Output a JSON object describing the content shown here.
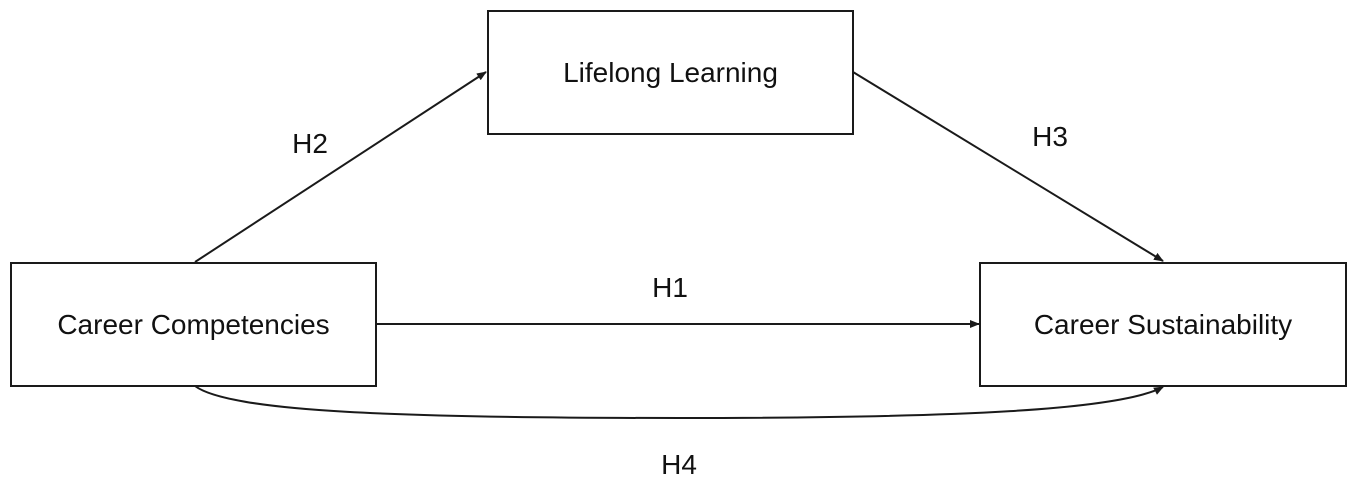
{
  "diagram": {
    "type": "hypothesis-model",
    "nodes": {
      "career_competencies": {
        "label": "Career Competencies"
      },
      "lifelong_learning": {
        "label": "Lifelong Learning"
      },
      "career_sustainability": {
        "label": "Career Sustainability"
      }
    },
    "edges": [
      {
        "id": "H1",
        "label": "H1",
        "from": "Career Competencies",
        "to": "Career Sustainability",
        "style": "straight"
      },
      {
        "id": "H2",
        "label": "H2",
        "from": "Career Competencies",
        "to": "Lifelong Learning",
        "style": "straight"
      },
      {
        "id": "H3",
        "label": "H3",
        "from": "Lifelong Learning",
        "to": "Career Sustainability",
        "style": "straight"
      },
      {
        "id": "H4",
        "label": "H4",
        "from": "Career Competencies",
        "to": "Career Sustainability",
        "style": "curved"
      }
    ],
    "colors": {
      "stroke": "#1a1a1a",
      "background": "#ffffff"
    }
  }
}
